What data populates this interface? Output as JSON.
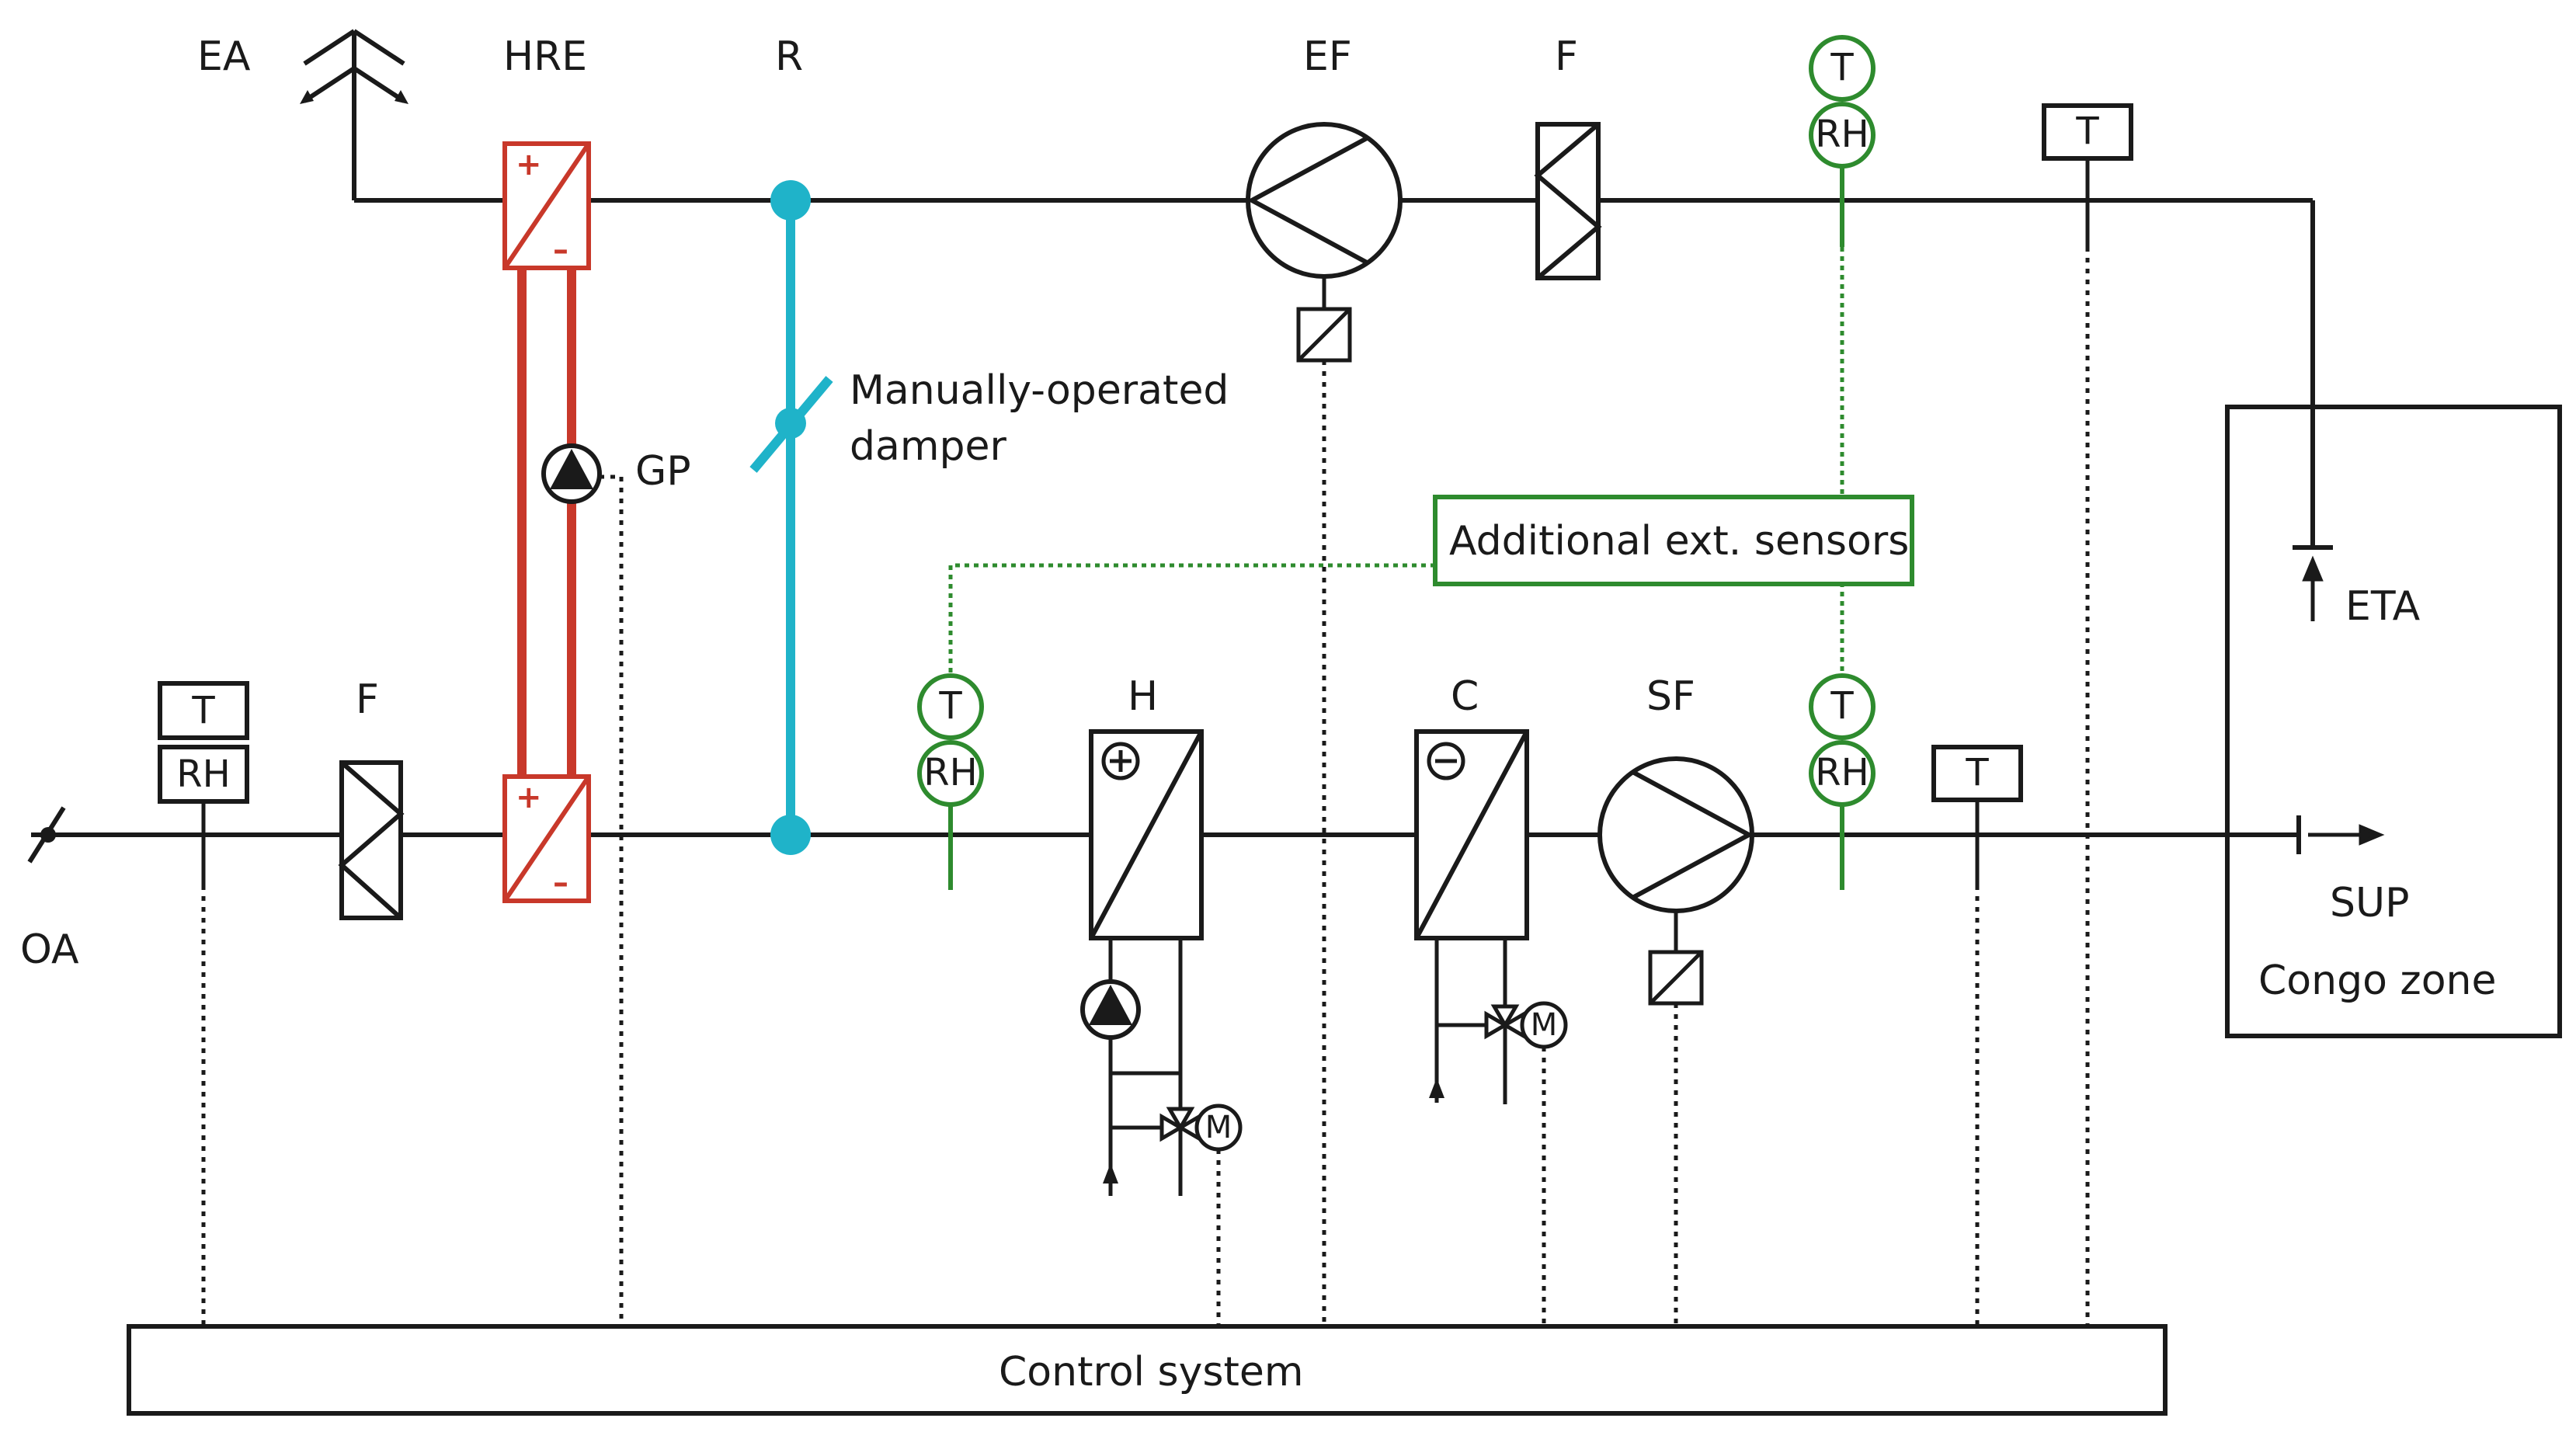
{
  "colors": {
    "line": "#1a1a1a",
    "heat_recovery": "#c8382a",
    "damper": "#1fb3c9",
    "sensor_green": "#2e8b2e",
    "background": "#ffffff"
  },
  "labels": {
    "ea": "EA",
    "hre": "HRE",
    "r": "R",
    "ef": "EF",
    "f_exhaust": "F",
    "f_supply": "F",
    "oa": "OA",
    "gp": "GP",
    "damper_line1": "Manually-operated",
    "damper_line2": "damper",
    "additional_sensors": "Additional ext. sensors",
    "h": "H",
    "c": "C",
    "sf": "SF",
    "eta": "ETA",
    "sup": "SUP",
    "zone": "Congo zone",
    "control_system": "Control system"
  },
  "sensor_text": {
    "t": "T",
    "rh": "RH",
    "motor": "M"
  },
  "icons": {
    "exhaust_outlet": "exhaust-arrows-icon",
    "outdoor_damper": "outdoor-damper-icon",
    "filter": "filter-icon",
    "heat_exchanger": "heat-exchanger-icon",
    "pump": "pump-icon",
    "fan": "fan-icon",
    "frequency_converter": "frequency-converter-icon",
    "valve": "three-way-valve-icon",
    "heater_plus": "plus-icon",
    "cooler_minus": "minus-icon"
  }
}
